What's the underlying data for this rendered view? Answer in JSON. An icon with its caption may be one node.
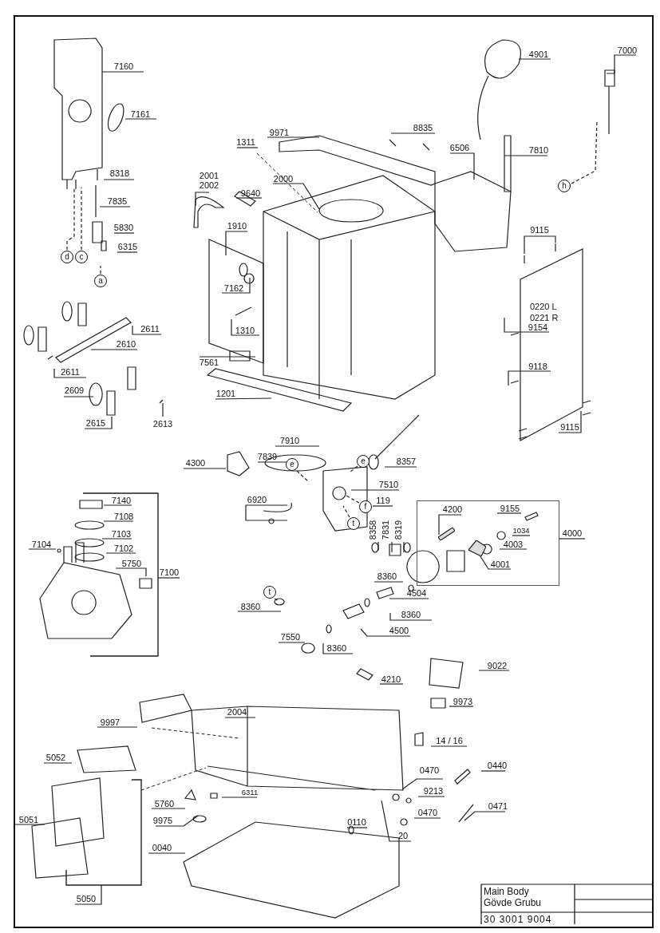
{
  "diagram": {
    "nodes": [
      {
        "text": [
          "7160"
        ]
      },
      {
        "text": [
          "7161"
        ]
      },
      {
        "text": [
          "8318"
        ]
      },
      {
        "text": [
          "7835"
        ]
      },
      {
        "text": [
          "5830"
        ]
      },
      {
        "text": [
          "6315"
        ]
      },
      {
        "text": [
          "2611"
        ]
      },
      {
        "text": [
          "2610"
        ]
      },
      {
        "text": [
          "2611"
        ]
      },
      {
        "text": [
          "2609"
        ]
      },
      {
        "text": [
          "2615"
        ]
      },
      {
        "text": [
          "2613"
        ]
      },
      {
        "text": [
          "2001",
          "2002"
        ]
      },
      {
        "text": [
          "1311"
        ]
      },
      {
        "text": [
          "9971"
        ]
      },
      {
        "text": [
          "8835"
        ]
      },
      {
        "text": [
          "2000"
        ]
      },
      {
        "text": [
          "9640"
        ]
      },
      {
        "text": [
          "1910"
        ]
      },
      {
        "text": [
          "7162"
        ]
      },
      {
        "text": [
          "1310"
        ]
      },
      {
        "text": [
          "7561"
        ]
      },
      {
        "text": [
          "1201"
        ]
      },
      {
        "text": [
          "6506"
        ]
      },
      {
        "text": [
          "4901"
        ]
      },
      {
        "text": [
          "7810"
        ]
      },
      {
        "text": [
          "7000"
        ]
      },
      {
        "text": [
          "9115"
        ]
      },
      {
        "text": [
          "9154"
        ]
      },
      {
        "text": [
          "9118"
        ]
      },
      {
        "text": [
          "9115"
        ]
      },
      {
        "text": [
          "7910"
        ]
      },
      {
        "text": [
          "4300"
        ]
      },
      {
        "text": [
          "7839"
        ]
      },
      {
        "text": [
          "8357"
        ]
      },
      {
        "text": [
          "7510"
        ]
      },
      {
        "text": [
          "119"
        ]
      },
      {
        "text": [
          "6920"
        ]
      },
      {
        "text": [
          "8358"
        ]
      },
      {
        "text": [
          "7831"
        ]
      },
      {
        "text": [
          "8319"
        ]
      },
      {
        "text": [
          "4200"
        ],
        "in": 90
      },
      {
        "text": [
          "9155"
        ],
        "in": 90
      },
      {
        "text": [
          "1034"
        ],
        "in": 90
      },
      {
        "text": [
          "4003"
        ],
        "in": 90
      },
      {
        "text": [
          "4001"
        ],
        "in": 90
      },
      {
        "text": [
          "4000"
        ]
      },
      {
        "text": [
          "8360"
        ]
      },
      {
        "text": [
          "4504"
        ]
      },
      {
        "text": [
          "8360"
        ]
      },
      {
        "text": [
          "4500"
        ]
      },
      {
        "text": [
          "8360"
        ]
      },
      {
        "text": [
          "8360"
        ]
      },
      {
        "text": [
          "7550"
        ]
      },
      {
        "text": [
          "7140"
        ],
        "in": 91
      },
      {
        "text": [
          "7108"
        ],
        "in": 91
      },
      {
        "text": [
          "7103"
        ],
        "in": 91
      },
      {
        "text": [
          "7102"
        ],
        "in": 91
      },
      {
        "text": [
          "7104"
        ]
      },
      {
        "text": [
          "5750"
        ],
        "in": 91
      },
      {
        "text": [
          "7100"
        ]
      },
      {
        "text": [
          "4210"
        ]
      },
      {
        "text": [
          "9022"
        ]
      },
      {
        "text": [
          "9973"
        ]
      },
      {
        "text": [
          "14 / 16"
        ]
      },
      {
        "text": [
          "0440"
        ]
      },
      {
        "text": [
          "0470"
        ]
      },
      {
        "text": [
          "9213"
        ]
      },
      {
        "text": [
          "0470"
        ]
      },
      {
        "text": [
          "0471"
        ]
      },
      {
        "text": [
          "20"
        ]
      },
      {
        "text": [
          "0110"
        ]
      },
      {
        "text": [
          "0040"
        ]
      },
      {
        "text": [
          "9975"
        ]
      },
      {
        "text": [
          "5760"
        ]
      },
      {
        "text": [
          "6311"
        ]
      },
      {
        "text": [
          "9997"
        ]
      },
      {
        "text": [
          "2004"
        ]
      },
      {
        "text": [
          "5052"
        ]
      },
      {
        "text": [
          "5051"
        ]
      },
      {
        "text": [
          "5050"
        ]
      },
      {
        "text": [
          "d"
        ]
      },
      {
        "text": [
          "c"
        ]
      },
      {
        "text": [
          "a"
        ]
      },
      {
        "text": [
          "h"
        ]
      },
      {
        "text": [
          "e"
        ]
      },
      {
        "text": [
          "e"
        ]
      },
      {
        "text": [
          "f"
        ]
      },
      {
        "text": [
          "t"
        ]
      },
      {
        "text": [
          "t"
        ]
      },
      {
        "text": [],
        "shape": "box"
      },
      {
        "text": [],
        "shape": "bracket"
      },
      {
        "text": [],
        "shape": "bracket"
      },
      {
        "text": [],
        "shape": "picture",
        "in": 90
      },
      {
        "text": [],
        "shape": "picture",
        "in": 90
      }
    ],
    "edges": [
      {
        "from": 0,
        "to": null,
        "arrow": "none"
      },
      {
        "from": 1,
        "to": null,
        "arrow": "none"
      },
      {
        "from": 2,
        "to": null,
        "arrow": "none"
      },
      {
        "from": 3,
        "to": null,
        "arrow": "none"
      },
      {
        "from": 4,
        "to": null,
        "arrow": "none"
      },
      {
        "from": 5,
        "to": null,
        "arrow": "none"
      },
      {
        "from": 6,
        "to": null,
        "arrow": "none"
      },
      {
        "from": 7,
        "to": null,
        "arrow": "none"
      },
      {
        "from": 8,
        "to": null,
        "arrow": "none"
      },
      {
        "from": 9,
        "to": null,
        "arrow": "none"
      },
      {
        "from": 10,
        "to": null,
        "arrow": "none"
      },
      {
        "from": 11,
        "to": null,
        "arrow": "none"
      },
      {
        "from": 12,
        "to": null,
        "arrow": "none"
      },
      {
        "from": 13,
        "to": null,
        "arrow": "none"
      },
      {
        "from": 14,
        "to": null,
        "arrow": "none"
      },
      {
        "from": 15,
        "to": null,
        "arrow": "none"
      },
      {
        "from": 16,
        "to": null,
        "arrow": "none"
      },
      {
        "from": 17,
        "to": null,
        "arrow": "none"
      },
      {
        "from": 18,
        "to": null,
        "arrow": "none"
      },
      {
        "from": 19,
        "to": null,
        "arrow": "none"
      },
      {
        "from": 20,
        "to": null,
        "arrow": "none"
      },
      {
        "from": 21,
        "to": null,
        "arrow": "none"
      },
      {
        "from": 22,
        "to": null,
        "arrow": "none"
      },
      {
        "from": 23,
        "to": null,
        "arrow": "none"
      },
      {
        "from": 24,
        "to": null,
        "arrow": "none"
      },
      {
        "from": 25,
        "to": null,
        "arrow": "none"
      },
      {
        "from": 26,
        "to": null,
        "arrow": "none"
      },
      {
        "from": 27,
        "to": null,
        "arrow": "none"
      },
      {
        "from": 28,
        "to": null,
        "arrow": "none"
      },
      {
        "from": 29,
        "to": null,
        "arrow": "none"
      },
      {
        "from": 30,
        "to": null,
        "arrow": "none"
      },
      {
        "from": 31,
        "to": null,
        "arrow": "none"
      },
      {
        "from": 32,
        "to": null,
        "arrow": "none"
      },
      {
        "from": 33,
        "to": null,
        "arrow": "none"
      },
      {
        "from": 34,
        "to": null,
        "arrow": "none"
      },
      {
        "from": 35,
        "to": null,
        "arrow": "none"
      },
      {
        "from": 36,
        "to": null,
        "arrow": "none"
      },
      {
        "from": 37,
        "to": null,
        "arrow": "none"
      },
      {
        "from": 38,
        "to": null,
        "arrow": "none"
      },
      {
        "from": 39,
        "to": null,
        "arrow": "none"
      },
      {
        "from": 40,
        "to": null,
        "arrow": "none"
      },
      {
        "from": 41,
        "to": 93,
        "arrow": "none"
      },
      {
        "from": 42,
        "to": null,
        "arrow": "none"
      },
      {
        "from": 43,
        "to": null,
        "arrow": "none"
      },
      {
        "from": 44,
        "to": null,
        "arrow": "none"
      },
      {
        "from": 45,
        "to": 94,
        "arrow": "none"
      },
      {
        "from": 46,
        "to": 90,
        "arrow": "none"
      },
      {
        "from": 47,
        "to": null,
        "arrow": "none"
      },
      {
        "from": 48,
        "to": null,
        "arrow": "none"
      },
      {
        "from": 49,
        "to": null,
        "arrow": "none"
      },
      {
        "from": 50,
        "to": null,
        "arrow": "none"
      },
      {
        "from": 51,
        "to": null,
        "arrow": "none"
      },
      {
        "from": 52,
        "to": null,
        "arrow": "none"
      },
      {
        "from": 53,
        "to": null,
        "arrow": "none"
      },
      {
        "from": 54,
        "to": null,
        "arrow": "none"
      },
      {
        "from": 55,
        "to": null,
        "arrow": "none"
      },
      {
        "from": 56,
        "to": null,
        "arrow": "none"
      },
      {
        "from": 57,
        "to": null,
        "arrow": "none"
      },
      {
        "from": 58,
        "to": null,
        "arrow": "none"
      },
      {
        "from": 59,
        "to": null,
        "arrow": "none"
      },
      {
        "from": 60,
        "to": 91,
        "arrow": "none"
      },
      {
        "from": 61,
        "to": null,
        "arrow": "none"
      },
      {
        "from": 62,
        "to": null,
        "arrow": "none"
      },
      {
        "from": 63,
        "to": null,
        "arrow": "none"
      },
      {
        "from": 64,
        "to": null,
        "arrow": "none"
      },
      {
        "from": 65,
        "to": null,
        "arrow": "none"
      },
      {
        "from": 66,
        "to": null,
        "arrow": "none"
      },
      {
        "from": 67,
        "to": null,
        "arrow": "none"
      },
      {
        "from": 68,
        "to": null,
        "arrow": "none"
      },
      {
        "from": 69,
        "to": null,
        "arrow": "none"
      },
      {
        "from": 70,
        "to": null,
        "arrow": "none"
      },
      {
        "from": 71,
        "to": null,
        "arrow": "none"
      },
      {
        "from": 72,
        "to": null,
        "arrow": "none"
      },
      {
        "from": 73,
        "to": null,
        "arrow": "none"
      },
      {
        "from": 74,
        "to": null,
        "arrow": "none"
      },
      {
        "from": 75,
        "to": null,
        "arrow": "none"
      },
      {
        "from": 76,
        "to": null,
        "arrow": "none"
      },
      {
        "from": 77,
        "to": null,
        "arrow": "none"
      },
      {
        "from": 78,
        "to": null,
        "arrow": "none"
      },
      {
        "from": 79,
        "to": null,
        "arrow": "none"
      },
      {
        "from": 80,
        "to": 92,
        "arrow": "none"
      },
      {
        "from": 81,
        "to": null,
        "arrow": "none",
        "style": "dashed"
      },
      {
        "from": 82,
        "to": null,
        "arrow": "none",
        "style": "dashed"
      },
      {
        "from": 83,
        "to": null,
        "arrow": "none",
        "style": "dashed"
      },
      {
        "from": 84,
        "to": null,
        "arrow": "none",
        "style": "dashed"
      },
      {
        "from": 85,
        "to": null,
        "arrow": "none",
        "style": "dashed"
      },
      {
        "from": 86,
        "to": null,
        "arrow": "none",
        "style": "dashed"
      },
      {
        "from": 87,
        "to": null,
        "arrow": "none",
        "style": "dashed"
      },
      {
        "from": 88,
        "to": null,
        "arrow": "none",
        "style": "dashed"
      },
      {
        "from": 89,
        "to": null,
        "arrow": "none",
        "style": "dashed"
      }
    ],
    "labels": [
      "0220 L",
      "0221 R",
      "Main Body",
      "Gövde Grubu",
      "30 3001 9004"
    ]
  }
}
